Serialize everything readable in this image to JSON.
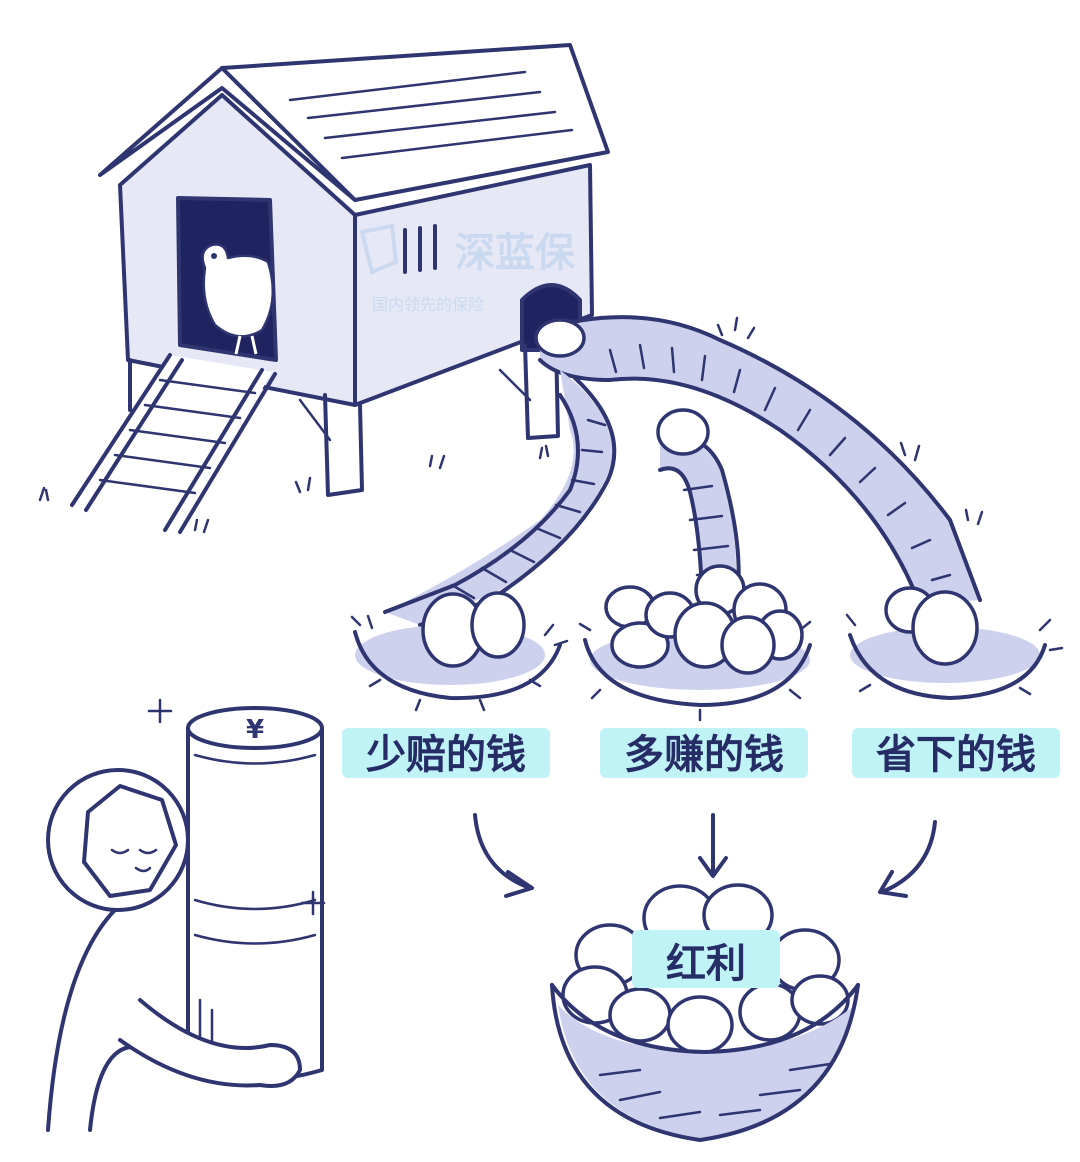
{
  "labels": {
    "less_claims": "少赔的钱",
    "more_earned": "多赚的钱",
    "saved": "省下的钱",
    "dividend": "红利"
  },
  "watermark": {
    "brand": "深蓝保",
    "tagline": "国内领先的保险"
  },
  "coin_roll_symbol": "¥",
  "colors": {
    "ink": "#2f3570",
    "label_highlight": "#bff3f6",
    "shade": "#cdd1ee"
  }
}
